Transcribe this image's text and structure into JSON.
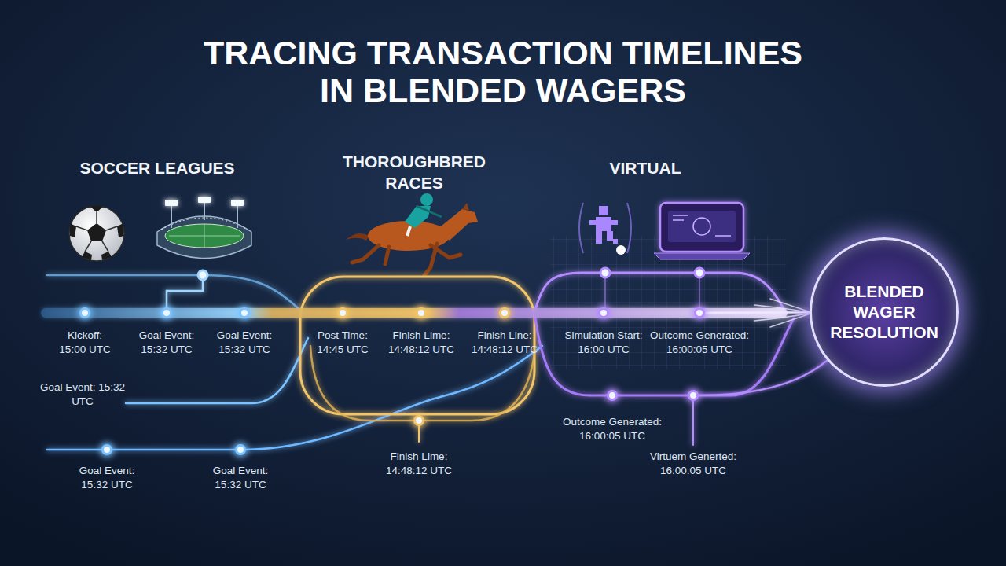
{
  "diagram": {
    "title": "TRACING TRANSACTION TIMELINES IN BLENDED WAGERS",
    "nodes": [
      {
        "text": [
          "Kickoff: 15:00 UTC"
        ]
      },
      {
        "text": [
          "Goal Event: 15:32 UTC"
        ]
      },
      {
        "text": [
          "Goal Event: 15:32 UTC"
        ]
      },
      {
        "text": [
          "Post Time: 14:45 UTC"
        ]
      },
      {
        "text": [
          "Finish Lime: 14:48:12 UTC"
        ]
      },
      {
        "text": [
          "Finish Line: 14:48:12 UTC"
        ]
      },
      {
        "text": [
          "Simulation Start: 16:00 UTC"
        ]
      },
      {
        "text": [
          "Outcome Generated: 16:00:05 UTC"
        ]
      },
      {
        "text": [
          "Goal Event: 15:32 UTC"
        ]
      },
      {
        "text": [
          "Goal Event: 15:32 UTC"
        ]
      },
      {
        "text": [
          "Finish Lime: 14:48:12 UTC"
        ]
      },
      {
        "text": [
          "Outcome Generated: 16:00:05 UTC"
        ]
      },
      {
        "text": [
          "Virtuem Generted: 16:00:05 UTC"
        ]
      },
      {
        "text": [
          "BLENDED WAGER RESOLUTION"
        ]
      }
    ],
    "edges": [
      {
        "from": 0,
        "to": 1,
        "arrow": "none"
      },
      {
        "from": 1,
        "to": 2,
        "arrow": "none"
      },
      {
        "from": 2,
        "to": 3,
        "arrow": "none"
      },
      {
        "from": 3,
        "to": 4,
        "arrow": "none"
      },
      {
        "from": 4,
        "to": 5,
        "arrow": "none"
      },
      {
        "from": 5,
        "to": 6,
        "arrow": "none"
      },
      {
        "from": 6,
        "to": 7,
        "arrow": "none"
      },
      {
        "from": 7,
        "to": 13,
        "arrow": "none"
      },
      {
        "from": 8,
        "to": 9,
        "arrow": "none"
      },
      {
        "from": 11,
        "to": 12,
        "arrow": "none"
      },
      {
        "from": 12,
        "to": 13,
        "arrow": "none"
      }
    ],
    "labels": [
      "SOCCER LEAGUES",
      "THOROUGHBRED RACES",
      "VIRTUAL",
      "Goal Event: 15:32 UTC"
    ]
  }
}
